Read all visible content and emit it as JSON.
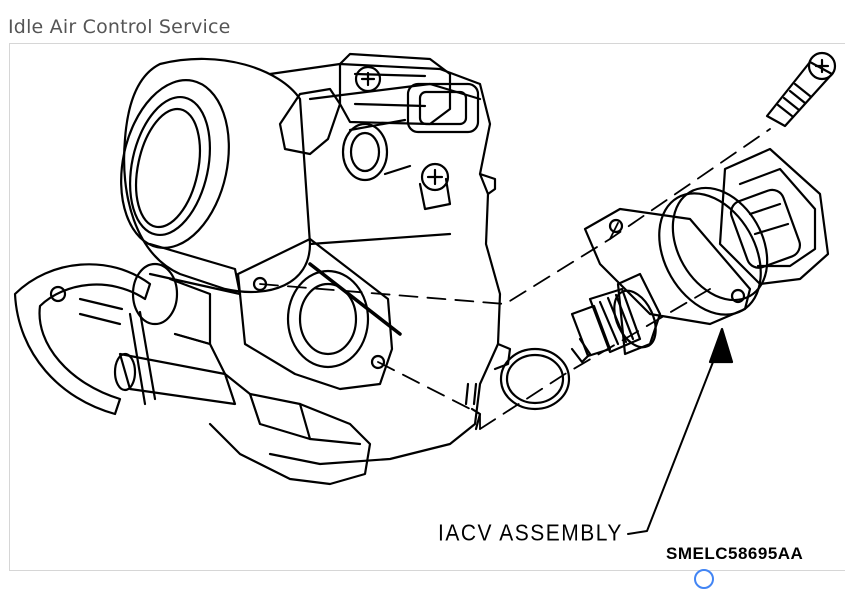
{
  "page": {
    "title": "Idle Air Control Service"
  },
  "figure": {
    "callout_label": "IACV ASSEMBLY",
    "reference_code": "SMELC58695AA"
  },
  "colors": {
    "line": "#000000",
    "title_text": "#555555",
    "frame_border": "#d6d6d6",
    "spinner": "#4285f4"
  },
  "icons": {
    "loading": "loading-spinner-icon"
  }
}
